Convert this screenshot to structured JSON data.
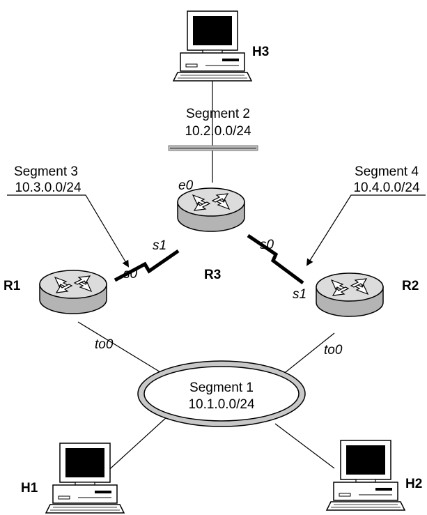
{
  "hosts": {
    "h1": {
      "label": "H1"
    },
    "h2": {
      "label": "H2"
    },
    "h3": {
      "label": "H3"
    }
  },
  "routers": {
    "r1": {
      "label": "R1"
    },
    "r2": {
      "label": "R2"
    },
    "r3": {
      "label": "R3"
    }
  },
  "interfaces": {
    "r3_e0": "e0",
    "r3_s1": "s1",
    "r3_s0": "s0",
    "r1_s0": "s0",
    "r1_to0": "to0",
    "r2_s1": "s1",
    "r2_to0": "to0"
  },
  "segments": {
    "seg1": {
      "name": "Segment 1",
      "network": "10.1.0.0/24"
    },
    "seg2": {
      "name": "Segment 2",
      "network": "10.2.0.0/24"
    },
    "seg3": {
      "name": "Segment 3",
      "network": "10.3.0.0/24"
    },
    "seg4": {
      "name": "Segment 4",
      "network": "10.4.0.0/24"
    }
  },
  "colors": {
    "ring_fill": "#c8c8c8",
    "router_top": "#dcdcdc",
    "router_side": "#b4b4b4",
    "screen": "#000000",
    "ethernet_bar": "#bdbdbd"
  }
}
